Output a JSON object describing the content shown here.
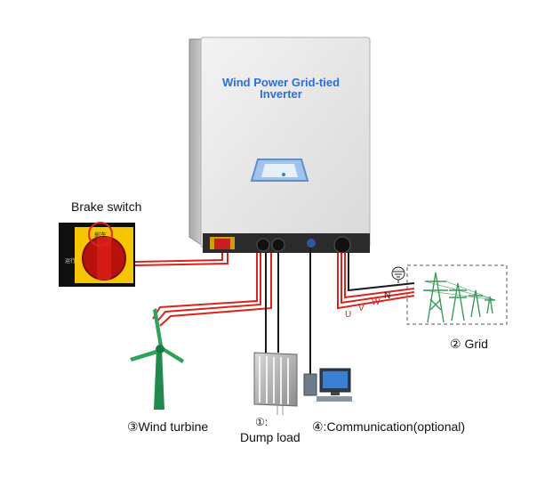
{
  "inverter": {
    "title_line1": "Wind Power Grid-tied",
    "title_line2": "Inverter"
  },
  "brake_switch": {
    "label": "Brake switch",
    "top_marking": "刹车",
    "side_marking": "运行"
  },
  "grid": {
    "label": "② Grid",
    "ground_symbol": "⏚",
    "phases": [
      "U",
      "V",
      "W",
      "N"
    ]
  },
  "wind_turbine": {
    "label": "③Wind turbine"
  },
  "dump_load": {
    "number": "①:",
    "label": "Dump load"
  },
  "communication": {
    "label": "④:Communication(optional)"
  },
  "colors": {
    "cable_red": "#d9251c",
    "cable_black": "#1a1a1a",
    "inverter_title": "#2d6fd6",
    "turbine_green": "#1f8a4c",
    "switch_yellow": "#f4c500"
  }
}
